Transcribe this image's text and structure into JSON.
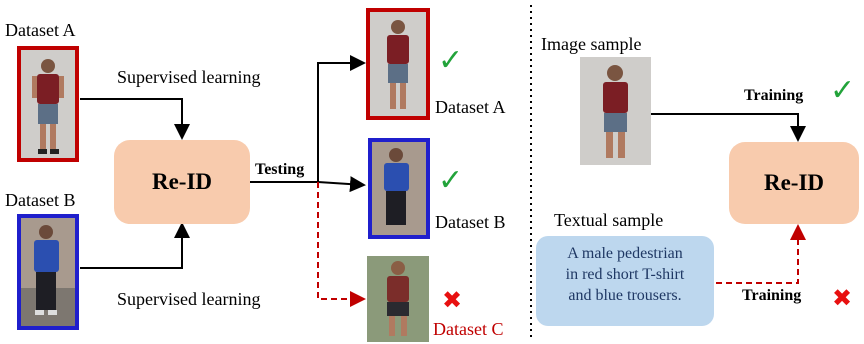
{
  "colors": {
    "reid_fill": "#f8cbad",
    "textual_fill": "#bdd7ee",
    "red_border": "#c00000",
    "blue_border": "#1f1fcc",
    "check": "#22a33a",
    "cross": "#e81010",
    "dataset_c_text": "#c00000",
    "textual_text": "#1f3864"
  },
  "left": {
    "dataset_a_label": "Dataset A",
    "dataset_b_label": "Dataset B",
    "supervised_top": "Supervised learning",
    "supervised_bottom": "Supervised learning",
    "reid_label": "Re-ID",
    "testing_label": "Testing"
  },
  "results": {
    "dataset_a": "Dataset A",
    "dataset_b": "Dataset B",
    "dataset_c": "Dataset C",
    "check_a_icon": "check-icon",
    "check_b_icon": "check-icon",
    "cross_c_icon": "cross-icon"
  },
  "right": {
    "image_sample_label": "Image sample",
    "training_top": "Training",
    "reid_label": "Re-ID",
    "textual_sample_label": "Textual sample",
    "textual_line1": "A male pedestrian",
    "textual_line2": "in red short T-shirt",
    "textual_line3": "and blue trousers.",
    "training_bottom": "Training",
    "check_icon": "check-icon",
    "cross_icon": "cross-icon"
  }
}
